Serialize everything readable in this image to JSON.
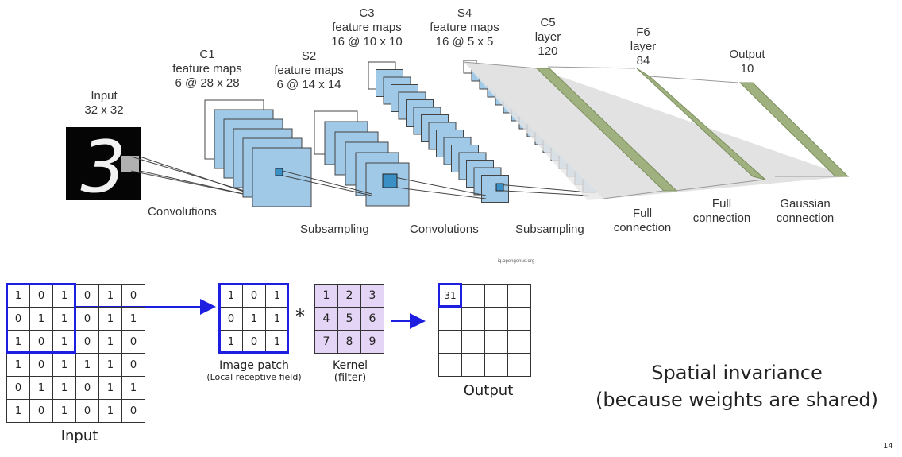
{
  "lenet": {
    "input_label": [
      "Input",
      "32 x 32"
    ],
    "c1_label": [
      "C1",
      "feature maps",
      "6 @ 28 x 28"
    ],
    "s2_label": [
      "S2",
      "feature maps",
      "6 @ 14 x 14"
    ],
    "c3_label": [
      "C3",
      "feature maps",
      "16 @ 10 x 10"
    ],
    "s4_label": [
      "S4",
      "feature maps",
      "16 @ 5 x 5"
    ],
    "c5_label": [
      "C5",
      "layer",
      "120"
    ],
    "f6_label": [
      "F6",
      "layer",
      "84"
    ],
    "output_label": [
      "Output",
      "10"
    ],
    "ops": {
      "convolutions_1": "Convolutions",
      "subsampling_1": "Subsampling",
      "convolutions_2": "Convolutions",
      "subsampling_2": "Subsampling",
      "full_connection_1": [
        "Full",
        "connection"
      ],
      "full_connection_2": [
        "Full",
        "connection"
      ],
      "gaussian_connection": [
        "Gaussian",
        "connection"
      ]
    },
    "credit": "iq.opengenus.org",
    "digit": "3"
  },
  "conv_example": {
    "input_grid": [
      [
        "1",
        "0",
        "1",
        "0",
        "1",
        "0"
      ],
      [
        "0",
        "1",
        "1",
        "0",
        "1",
        "1"
      ],
      [
        "1",
        "0",
        "1",
        "0",
        "1",
        "0"
      ],
      [
        "1",
        "0",
        "1",
        "1",
        "1",
        "0"
      ],
      [
        "0",
        "1",
        "1",
        "0",
        "1",
        "1"
      ],
      [
        "1",
        "0",
        "1",
        "0",
        "1",
        "0"
      ]
    ],
    "input_caption": "Input",
    "patch_grid": [
      [
        "1",
        "0",
        "1"
      ],
      [
        "0",
        "1",
        "1"
      ],
      [
        "1",
        "0",
        "1"
      ]
    ],
    "patch_caption": [
      "Image patch",
      "(Local receptive field)"
    ],
    "operator": "*",
    "kernel_grid": [
      [
        "1",
        "2",
        "3"
      ],
      [
        "4",
        "5",
        "6"
      ],
      [
        "7",
        "8",
        "9"
      ]
    ],
    "kernel_caption": [
      "Kernel",
      "(filter)"
    ],
    "output_first_value": "31",
    "output_caption": "Output"
  },
  "takeaway": [
    "Spatial invariance",
    "(because weights are shared)"
  ],
  "page_number": "14",
  "colors": {
    "feature_map_fill": "#9fc9e6",
    "feature_map_stroke": "#444444",
    "fc_layer_fill": "#9fb17e",
    "highlight_blue": "#1e1ee0",
    "kernel_fill": "#e4d4f6"
  }
}
